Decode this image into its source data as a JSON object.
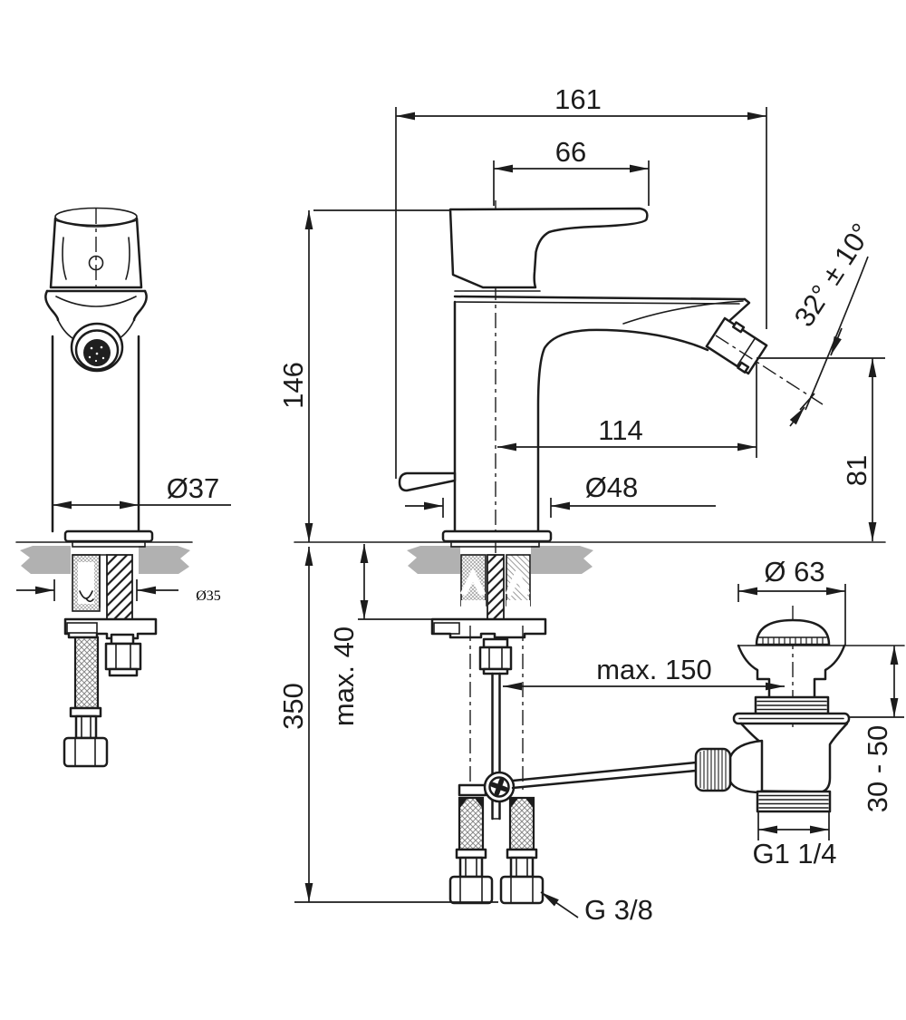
{
  "page": {
    "type": "technical-dimension-drawing",
    "subject": "single-lever bidet mixer with pop-up waste",
    "background": "#ffffff",
    "line_color": "#1c1c1c",
    "counter_color": "#b1b1b1"
  },
  "views": {
    "front_view": "faucet front view",
    "side_view": "faucet side view",
    "waste_view": "pop-up waste assembly"
  },
  "dimensions": {
    "total_length": "161",
    "handle_reach": "66",
    "body_height": "146",
    "spout_reach": "114",
    "base_diameter": "Ø48",
    "spout_angle": "32° ± 10°",
    "outlet_height": "81",
    "body_diameter": "Ø37",
    "shank_diameter": "Ø35",
    "max_deck_thickness": "max. 40",
    "hose_length": "350",
    "rod_to_waste": "max. 150",
    "waste_flange_diameter": "Ø 63",
    "waste_deck_range": "30 - 50",
    "waste_thread": "G1 1/4",
    "supply_thread": "G 3/8"
  }
}
